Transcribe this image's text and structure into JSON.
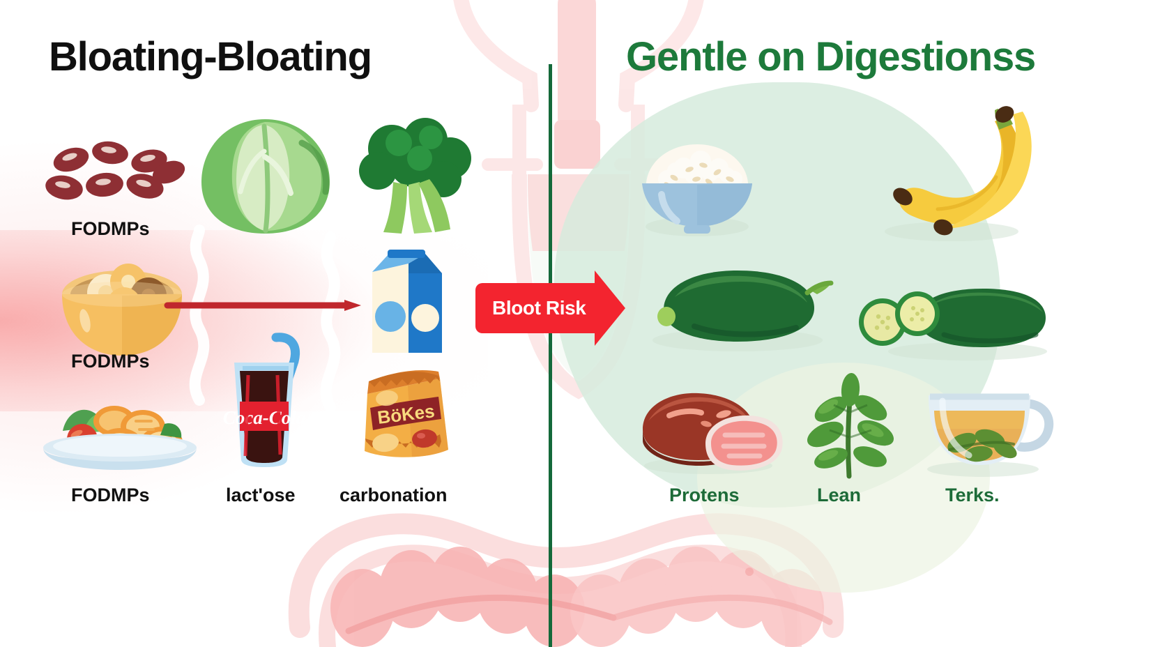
{
  "headings": {
    "left_title": "Bloating-Bloating",
    "right_title": "Gentle on Digestionss"
  },
  "center_banner": {
    "label": "Bloot Risk",
    "color": "#f3242f"
  },
  "divider": {
    "color": "#14693a"
  },
  "left_panel": {
    "side": "trigger foods",
    "title_color": "#101010",
    "label_color": "#111111",
    "items": [
      {
        "id": "beans",
        "icon": "kidney-beans-icon",
        "label": "FODMPs",
        "row": 1,
        "col": 1
      },
      {
        "id": "cabbage",
        "icon": "cabbage-icon",
        "label": "",
        "row": 1,
        "col": 2
      },
      {
        "id": "broccoli",
        "icon": "broccoli-icon",
        "label": "",
        "row": 1,
        "col": 3
      },
      {
        "id": "onion-bowl",
        "icon": "onion-bowl-icon",
        "label": "FODMPs",
        "row": 2,
        "col": 1
      },
      {
        "id": "milk",
        "icon": "milk-carton-icon",
        "label": "",
        "row": 2,
        "col": 3
      },
      {
        "id": "salad-plate",
        "icon": "fried-plate-icon",
        "label": "FODMPs",
        "row": 3,
        "col": 1
      },
      {
        "id": "cola",
        "icon": "cola-glass-icon",
        "label": "lact'ose",
        "row": 3,
        "col": 2
      },
      {
        "id": "chips",
        "icon": "chip-bag-icon",
        "label": "carbonation",
        "row": 3,
        "col": 3
      }
    ],
    "brand_text": {
      "cola": "Coca-Cola",
      "chips": "BöKes"
    }
  },
  "right_panel": {
    "side": "gentle foods",
    "title_color": "#1d7a3b",
    "label_color": "#1d6b38",
    "items": [
      {
        "id": "rice",
        "icon": "rice-bowl-icon",
        "label": "",
        "row": 1,
        "col": 1
      },
      {
        "id": "banana",
        "icon": "bananas-icon",
        "label": "",
        "row": 1,
        "col": 3
      },
      {
        "id": "zucchini",
        "icon": "zucchini-icon",
        "label": "",
        "row": 2,
        "col": 1
      },
      {
        "id": "cucumber",
        "icon": "cucumber-cut-icon",
        "label": "",
        "row": 2,
        "col": 3
      },
      {
        "id": "meat",
        "icon": "steak-icon",
        "label": "Protens",
        "row": 3,
        "col": 1
      },
      {
        "id": "herbs",
        "icon": "herb-sprig-icon",
        "label": "Lean",
        "row": 3,
        "col": 2
      },
      {
        "id": "tea",
        "icon": "herbal-tea-icon",
        "label": "Terks.",
        "row": 3,
        "col": 3
      }
    ]
  },
  "background": {
    "anatomy": "digestive-tract-outline",
    "intestine_color": "#f6a8a8",
    "left_wash_color": "#f46e6e",
    "right_blob_color": "#d6ebdd"
  }
}
